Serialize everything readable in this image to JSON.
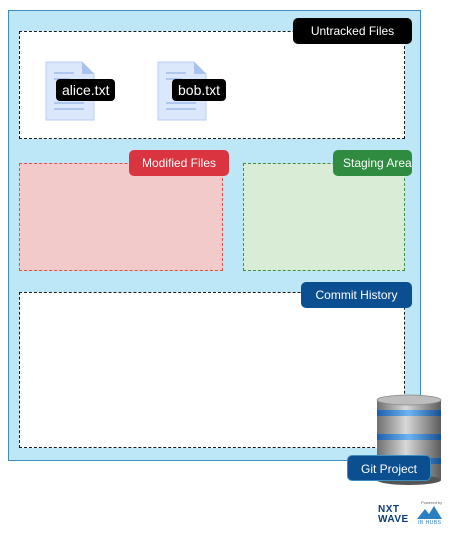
{
  "areas": {
    "untracked": {
      "label": "Untracked Files"
    },
    "modified": {
      "label": "Modified Files"
    },
    "staging": {
      "label": "Staging Area"
    },
    "history": {
      "label": "Commit History"
    }
  },
  "files": [
    {
      "name": "alice.txt"
    },
    {
      "name": "bob.txt"
    }
  ],
  "project": {
    "label": "Git Project"
  },
  "branding": {
    "logo_line1": "NXT",
    "logo_line2": "WAVE",
    "powered_by": "Powered by",
    "partner": "IB HUBS"
  },
  "colors": {
    "project_bg": "#bde6f7",
    "modified": "#d9343f",
    "staging": "#2e8b40",
    "tag_blue": "#0b4f91",
    "tag_black": "#000000"
  }
}
